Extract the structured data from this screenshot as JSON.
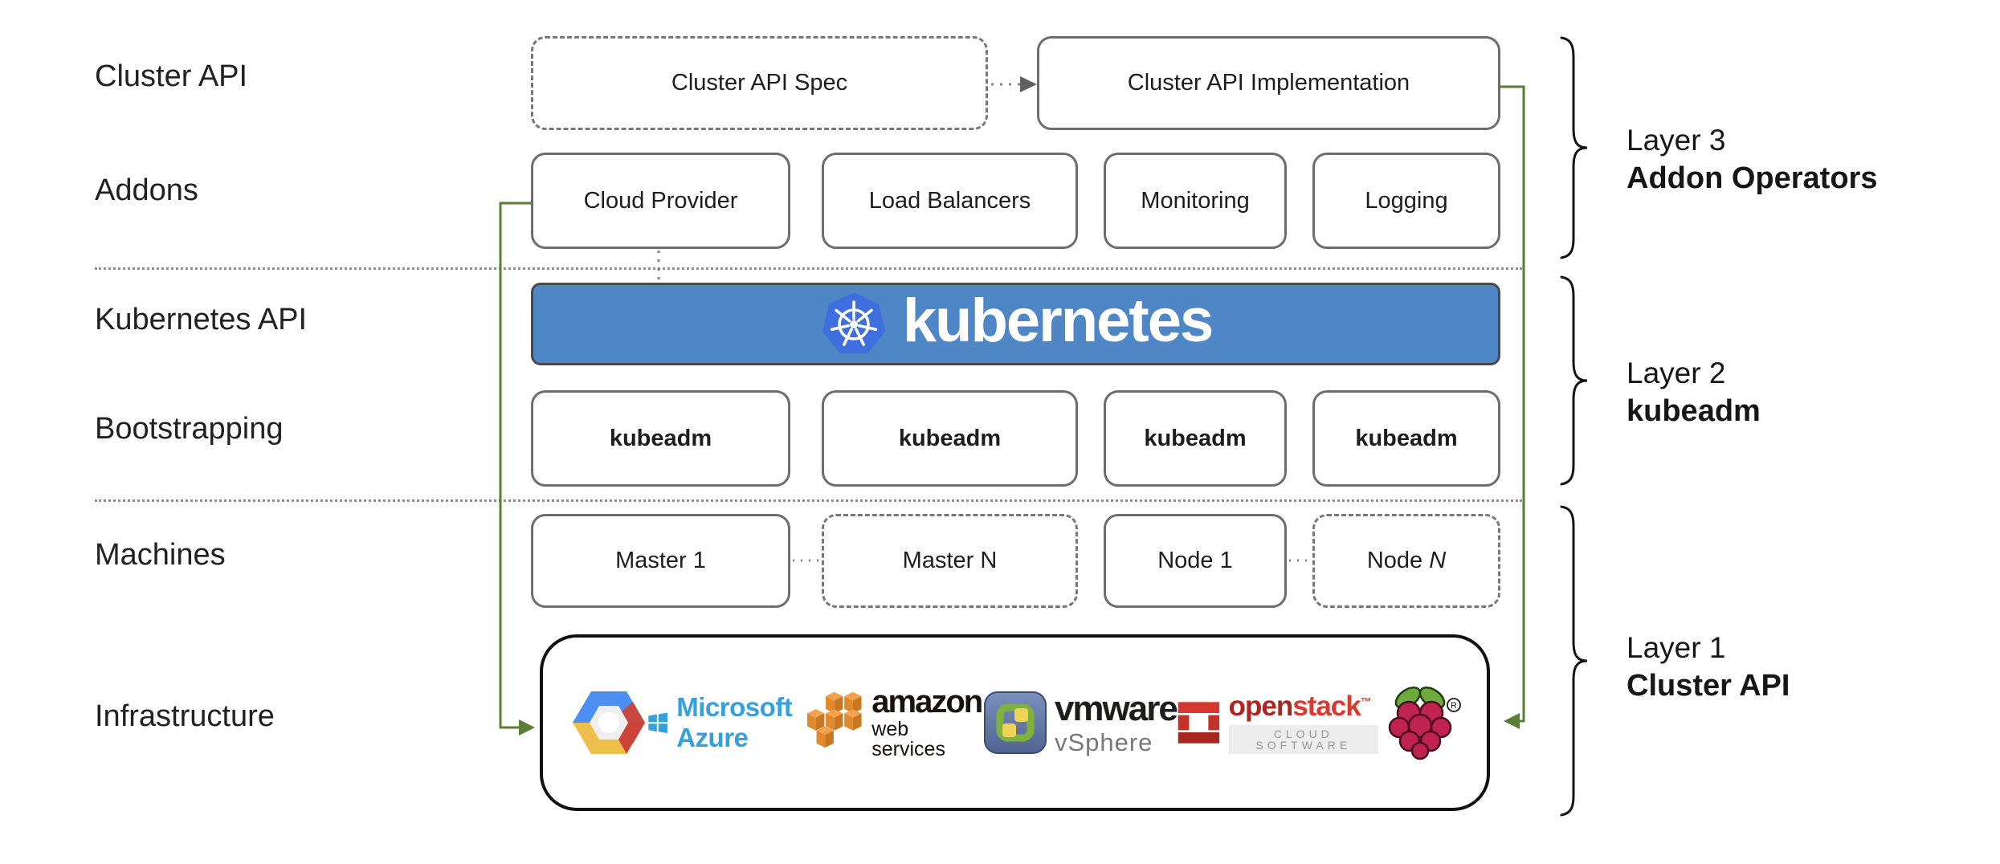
{
  "colors": {
    "accent_green": "#5a7e33",
    "banner_blue": "#4e86c6",
    "k8s_logo_blue": "#3f6fdf",
    "azure_blue": "#35a0da",
    "aws_orange": "#ec9035",
    "openstack_red": "#d63a30",
    "raspberry_red": "#bf2350",
    "leaf_green": "#6cab3c"
  },
  "left_labels": {
    "cluster_api": "Cluster API",
    "addons": "Addons",
    "kubernetes_api": "Kubernetes API",
    "bootstrapping": "Bootstrapping",
    "machines": "Machines",
    "infrastructure": "Infrastructure"
  },
  "cluster_api_row": {
    "spec": "Cluster API Spec",
    "implementation": "Cluster API Implementation"
  },
  "addons_row": {
    "boxes": [
      "Cloud Provider",
      "Load Balancers",
      "Monitoring",
      "Logging"
    ]
  },
  "kubernetes_banner": {
    "text": "kubernetes"
  },
  "bootstrapping_row": {
    "boxes": [
      "kubeadm",
      "kubeadm",
      "kubeadm",
      "kubeadm"
    ]
  },
  "machines_row": {
    "master1": "Master 1",
    "masterN": "Master N",
    "node1": "Node 1",
    "nodeN_prefix": "Node ",
    "nodeN_suffix": "N"
  },
  "layer_labels": [
    {
      "line1": "Layer 3",
      "line2": "Addon Operators"
    },
    {
      "line1": "Layer 2",
      "line2": "kubeadm"
    },
    {
      "line1": "Layer 1",
      "line2": "Cluster API"
    }
  ],
  "infrastructure_logos": {
    "google_cloud": {
      "name": "Google Cloud Platform"
    },
    "azure": {
      "text": "Microsoft Azure"
    },
    "aws": {
      "text": "amazon",
      "subtext": "web services"
    },
    "vmware": {
      "text": "vmware",
      "subtext": "vSphere"
    },
    "openstack": {
      "text_open": "open",
      "text_stack": "stack",
      "tm": "™",
      "subtext": "CLOUD SOFTWARE"
    },
    "raspberry_pi": {
      "name": "Raspberry Pi",
      "registered": "®"
    }
  }
}
